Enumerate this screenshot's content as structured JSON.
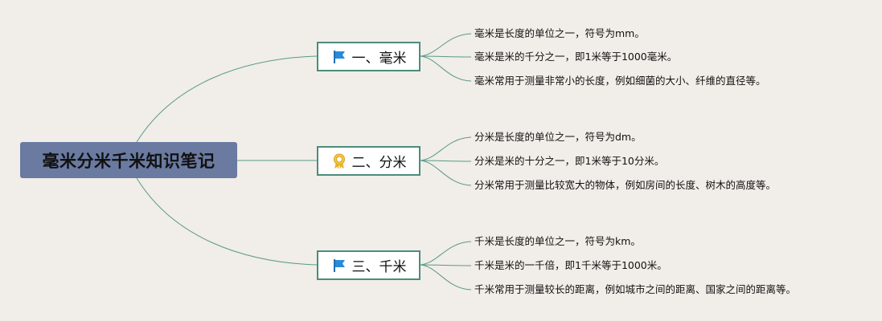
{
  "root": {
    "title": "毫米分米千米知识笔记"
  },
  "colors": {
    "background": "#f1ede8",
    "root_fill": "#6a7aa0",
    "branch_border": "#4c8c7c",
    "connector": "#5a9a8a",
    "flag_icon": "#2a8ad8",
    "badge_icon": "#e9b52c"
  },
  "branches": [
    {
      "label": "一、毫米",
      "icon": "flag-icon",
      "notes": [
        "毫米是长度的单位之一，符号为mm。",
        "毫米是米的千分之一，即1米等于1000毫米。",
        "毫米常用于测量非常小的长度，例如细菌的大小、纤维的直径等。"
      ]
    },
    {
      "label": "二、分米",
      "icon": "award-badge-icon",
      "notes": [
        "分米是长度的单位之一，符号为dm。",
        "分米是米的十分之一，即1米等于10分米。",
        "分米常用于测量比较宽大的物体，例如房间的长度、树木的高度等。"
      ]
    },
    {
      "label": "三、千米",
      "icon": "flag-icon",
      "notes": [
        "千米是长度的单位之一，符号为km。",
        "千米是米的一千倍，即1千米等于1000米。",
        "千米常用于测量较长的距离，例如城市之间的距离、国家之间的距离等。"
      ]
    }
  ]
}
